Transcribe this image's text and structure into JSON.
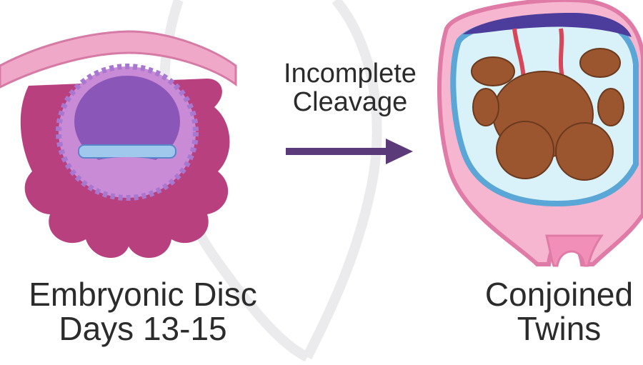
{
  "left": {
    "line1": "Embryonic Disc",
    "line2": "Days 13-15"
  },
  "middle": {
    "line1": "Incomplete",
    "line2": "Cleavage"
  },
  "right": {
    "line1": "Conjoined",
    "line2": "Twins"
  },
  "colors": {
    "tissue_magenta": "#b8407f",
    "epithelium_pink": "#f0a8c8",
    "cavity_purple": "#8a57b8",
    "arrow_purple": "#5a3a78",
    "uterus_pink": "#f28fb8",
    "amnion_blue": "#5aa6d6",
    "fluid_light": "#d9f1f8",
    "fetus_brown": "#9b5630",
    "vessel_red": "#d8465a"
  }
}
